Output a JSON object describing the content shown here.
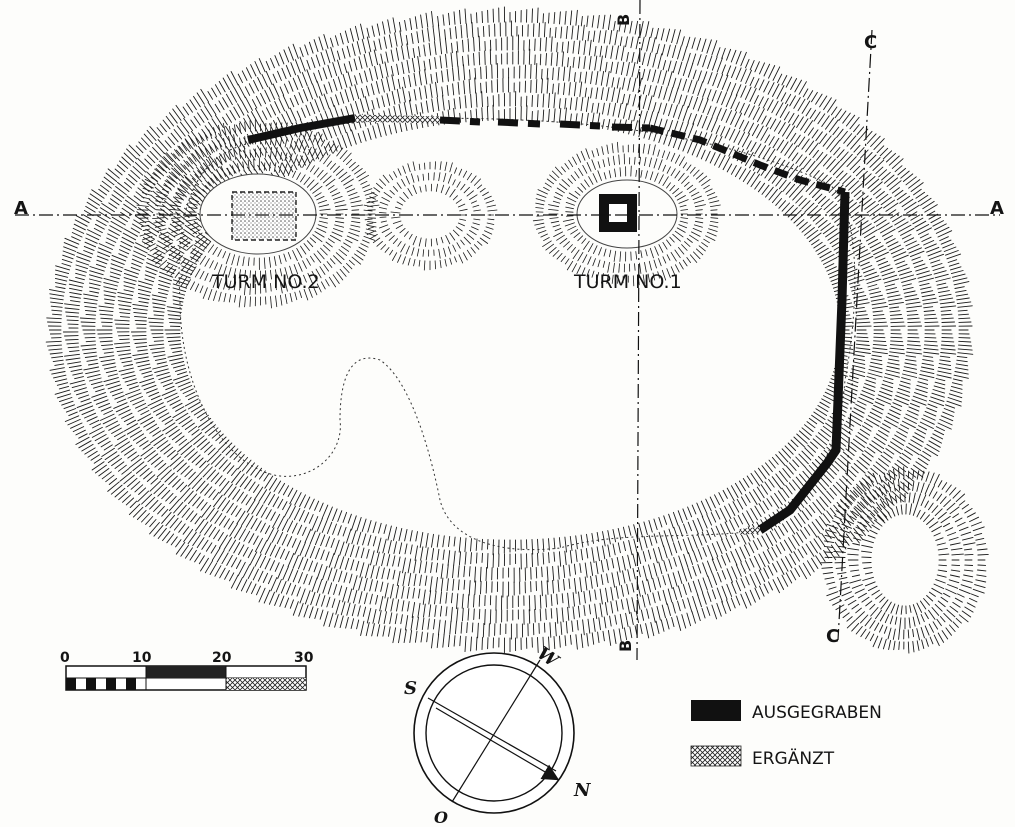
{
  "map": {
    "towers": {
      "tower1": "TURM NO.1",
      "tower2": "TURM NO.2"
    },
    "section_lines": {
      "a_left": "A",
      "a_right": "A",
      "b_top": "B",
      "b_bottom": "B",
      "c_top": "C",
      "c_bottom": "C"
    },
    "legend": [
      {
        "label": "AUSGEGRABEN",
        "pattern": "solid-black"
      },
      {
        "label": "ERGÄNZT",
        "pattern": "crosshatch"
      }
    ],
    "scale_bar": {
      "ticks": [
        "0",
        "10",
        "20",
        "30"
      ]
    },
    "compass": {
      "s": "S",
      "w": "W",
      "n": "N",
      "o": "O"
    },
    "colors": {
      "ink": "#141414",
      "paper": "#fdfdfb"
    }
  }
}
